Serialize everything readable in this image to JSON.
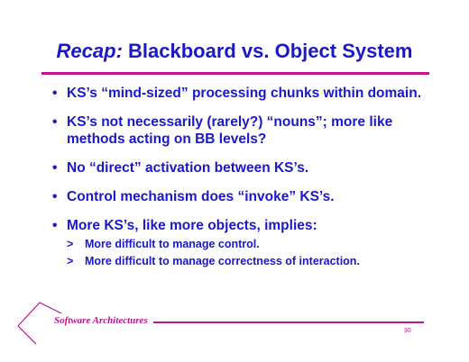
{
  "title": {
    "emphasis": "Recap:",
    "rest": " Blackboard vs. Object System"
  },
  "bullets": [
    {
      "text": "KS’s “mind-sized” processing chunks within domain."
    },
    {
      "text": "KS’s not necessarily (rarely?) “nouns”; more like methods acting on BB levels?"
    },
    {
      "text": "No “direct” activation between KS’s."
    },
    {
      "text": "Control mechanism does “invoke” KS’s."
    },
    {
      "text": "More KS’s, like more objects, implies:"
    }
  ],
  "sub_bullets": [
    {
      "marker": ">",
      "text": "More difficult to manage control."
    },
    {
      "marker": ">",
      "text": "More difficult to manage correctness of interaction."
    }
  ],
  "bullet_marker": "•",
  "footer": {
    "label": "Software Architectures",
    "page_number": "30"
  },
  "colors": {
    "text": "#1a18c8",
    "accent": "#c0148a",
    "background": "#ffffff"
  }
}
